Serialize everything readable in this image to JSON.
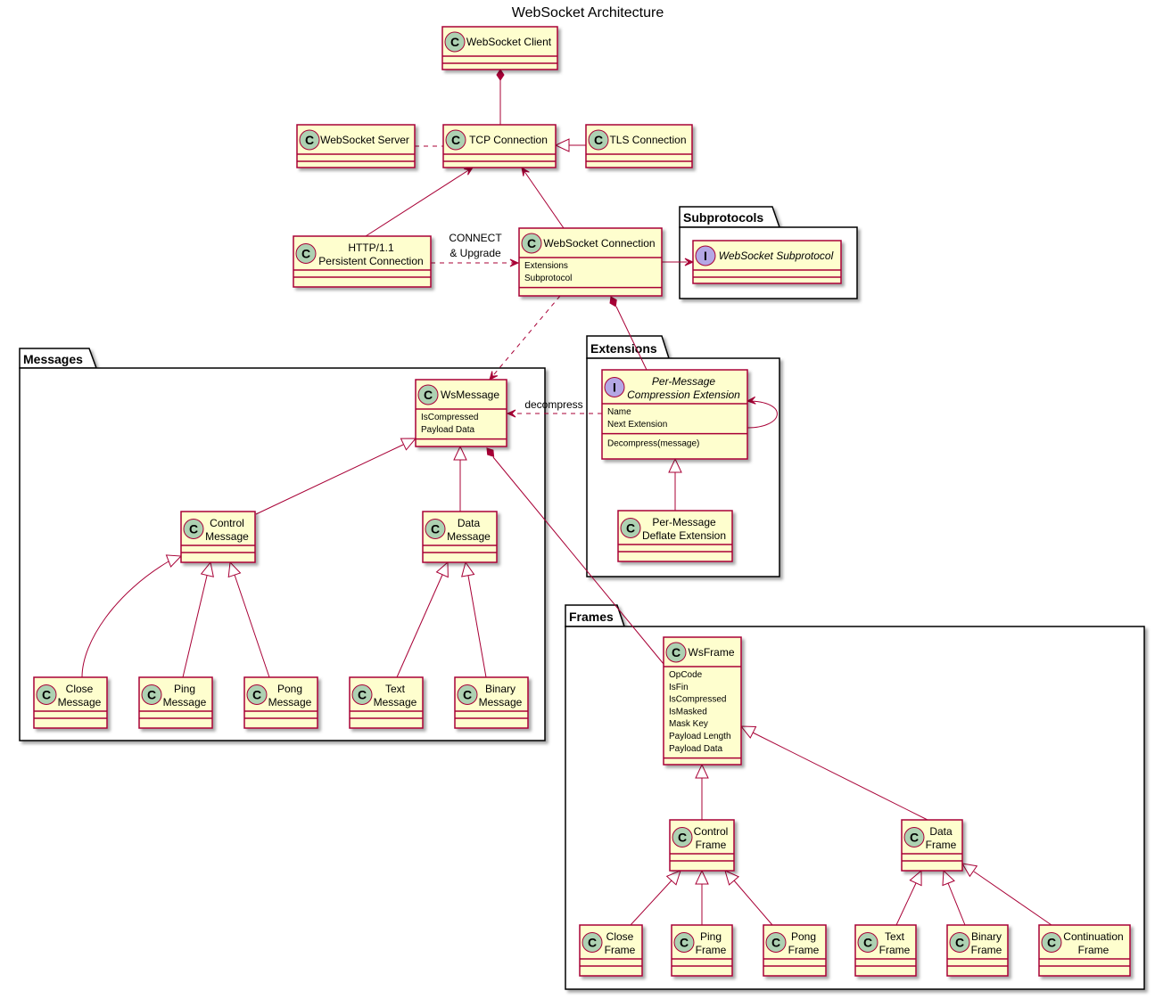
{
  "title": "WebSocket Architecture",
  "packages": {
    "subprotocols": "Subprotocols",
    "messages": "Messages",
    "extensions": "Extensions",
    "frames": "Frames"
  },
  "classes": {
    "ws_client": {
      "name": [
        "WebSocket Client"
      ],
      "kind": "class"
    },
    "ws_server": {
      "name": [
        "WebSocket Server"
      ],
      "kind": "class"
    },
    "tcp_conn": {
      "name": [
        "TCP Connection"
      ],
      "kind": "class"
    },
    "tls_conn": {
      "name": [
        "TLS Connection"
      ],
      "kind": "class"
    },
    "http_conn": {
      "name": [
        "HTTP/1.1",
        "Persistent Connection"
      ],
      "kind": "class"
    },
    "ws_conn": {
      "name": [
        "WebSocket Connection"
      ],
      "kind": "class",
      "attrs": [
        "Extensions",
        "Subprotocol"
      ]
    },
    "ws_subprotocol": {
      "name": [
        "WebSocket Subprotocol"
      ],
      "kind": "interface"
    },
    "ws_message": {
      "name": [
        "WsMessage"
      ],
      "kind": "class",
      "attrs": [
        "IsCompressed",
        "Payload Data"
      ]
    },
    "control_message": {
      "name": [
        "Control",
        "Message"
      ],
      "kind": "class"
    },
    "data_message": {
      "name": [
        "Data",
        "Message"
      ],
      "kind": "class"
    },
    "close_message": {
      "name": [
        "Close",
        "Message"
      ],
      "kind": "class"
    },
    "ping_message": {
      "name": [
        "Ping",
        "Message"
      ],
      "kind": "class"
    },
    "pong_message": {
      "name": [
        "Pong",
        "Message"
      ],
      "kind": "class"
    },
    "text_message": {
      "name": [
        "Text",
        "Message"
      ],
      "kind": "class"
    },
    "binary_message": {
      "name": [
        "Binary",
        "Message"
      ],
      "kind": "class"
    },
    "pmce": {
      "name": [
        "Per-Message",
        "Compression Extension"
      ],
      "kind": "interface",
      "attrs": [
        "Name",
        "Next Extension"
      ],
      "methods": [
        "Decompress(message)"
      ]
    },
    "pmde": {
      "name": [
        "Per-Message",
        "Deflate Extension"
      ],
      "kind": "class"
    },
    "ws_frame": {
      "name": [
        "WsFrame"
      ],
      "kind": "class",
      "attrs": [
        "OpCode",
        "IsFin",
        "IsCompressed",
        "IsMasked",
        "Mask Key",
        "Payload Length",
        "Payload Data"
      ]
    },
    "control_frame": {
      "name": [
        "Control",
        "Frame"
      ],
      "kind": "class"
    },
    "data_frame": {
      "name": [
        "Data",
        "Frame"
      ],
      "kind": "class"
    },
    "close_frame": {
      "name": [
        "Close",
        "Frame"
      ],
      "kind": "class"
    },
    "ping_frame": {
      "name": [
        "Ping",
        "Frame"
      ],
      "kind": "class"
    },
    "pong_frame": {
      "name": [
        "Pong",
        "Frame"
      ],
      "kind": "class"
    },
    "text_frame": {
      "name": [
        "Text",
        "Frame"
      ],
      "kind": "class"
    },
    "binary_frame": {
      "name": [
        "Binary",
        "Frame"
      ],
      "kind": "class"
    },
    "continuation_frame": {
      "name": [
        "Continuation",
        "Frame"
      ],
      "kind": "class"
    }
  },
  "edge_labels": {
    "connect_upgrade": [
      "CONNECT",
      "& Upgrade"
    ],
    "decompress": "decompress"
  },
  "colors": {
    "box_fill": "#FEFECE",
    "border": "#A80036",
    "class_icon": "#ADD1B2",
    "interface_icon": "#B4A7E5"
  }
}
